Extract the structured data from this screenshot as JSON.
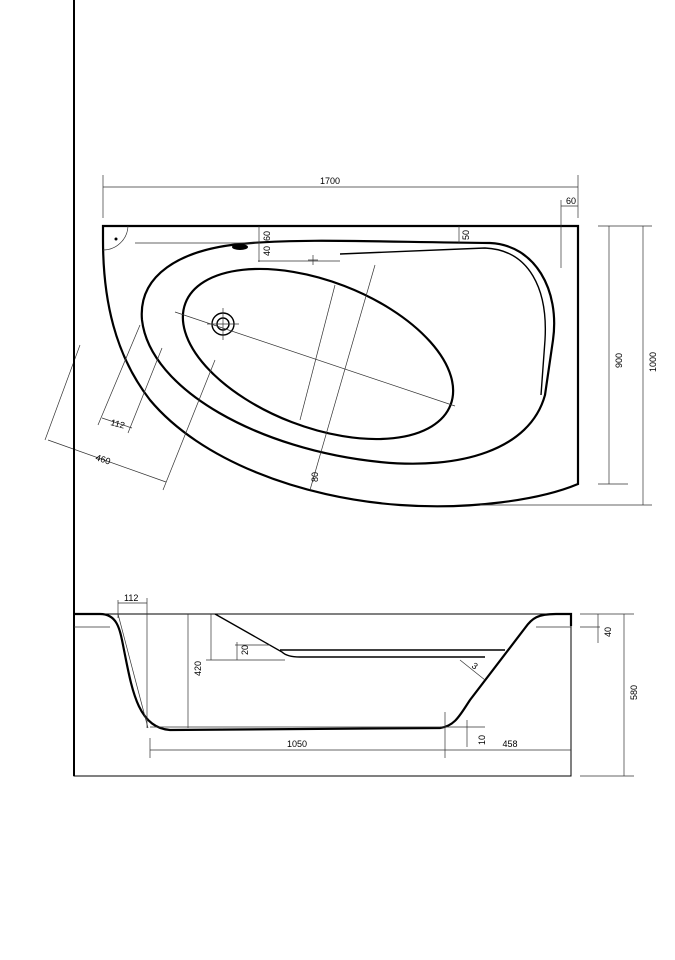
{
  "top_view": {
    "dims": {
      "length": "1700",
      "right_rim": "60",
      "rim_60": "60",
      "rim_40": "40",
      "rim_50": "50",
      "rim_80": "80",
      "depth_900": "900",
      "depth_1000": "1000",
      "drain_offset": "112",
      "drain_distance": "460"
    }
  },
  "side_view": {
    "dims": {
      "rim_offset": "112",
      "seat_height": "20",
      "inner_depth": "420",
      "angle": "3",
      "rim_thickness": "40",
      "total_height": "580",
      "bottom_length": "1050",
      "right_length": "458",
      "bottom_step": "10"
    }
  }
}
